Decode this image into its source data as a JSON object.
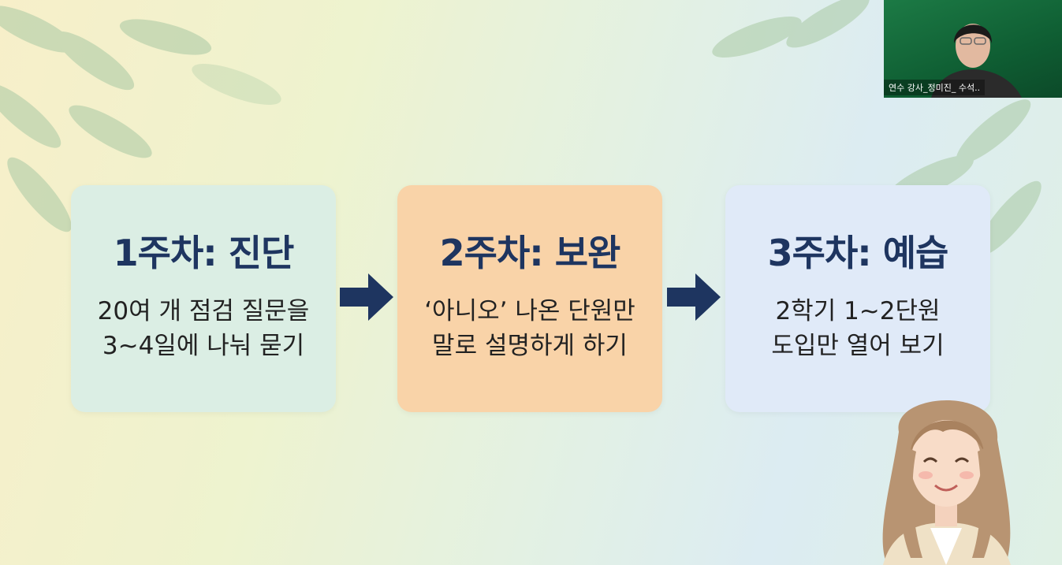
{
  "slide": {
    "steps": [
      {
        "title": "1주차: 진단",
        "lines": [
          "20여 개 점검 질문을",
          "3~4일에 나눠 묻기"
        ]
      },
      {
        "title": "2주차: 보완",
        "lines": [
          "‘아니오’ 나온 단원만",
          "말로 설명하게 하기"
        ]
      },
      {
        "title": "3주차: 예습",
        "lines": [
          "2학기 1~2단원",
          "도입만 열어 보기"
        ]
      }
    ],
    "arrow_icon": "arrow-right-icon",
    "colors": {
      "title": "#1e3560",
      "card1": "#dbeee4",
      "card2": "#f9d3a8",
      "card3": "#e0eaf8",
      "arrow": "#1e3560"
    }
  },
  "video_call": {
    "caption": "연수 강사_정미진_ 수석.."
  }
}
